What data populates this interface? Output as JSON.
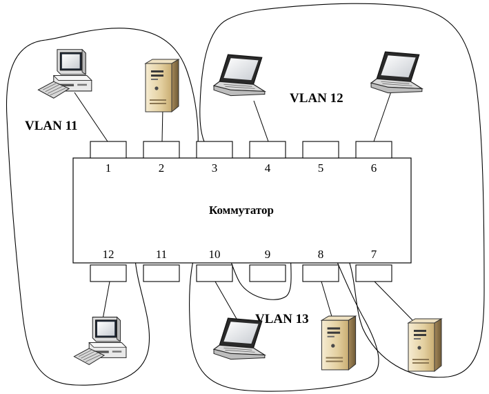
{
  "switch": {
    "label": "Коммутатор"
  },
  "ports": {
    "top": [
      "1",
      "2",
      "3",
      "4",
      "5",
      "6"
    ],
    "bottom": [
      "12",
      "11",
      "10",
      "9",
      "8",
      "7"
    ]
  },
  "vlans": {
    "v11": "VLAN 11",
    "v12": "VLAN 12",
    "v13": "VLAN 13"
  },
  "devices": [
    {
      "type": "desktop-pc",
      "port": "1"
    },
    {
      "type": "server",
      "port": "2"
    },
    {
      "type": "laptop",
      "port": "4"
    },
    {
      "type": "laptop",
      "port": "6"
    },
    {
      "type": "desktop-pc",
      "port": "12"
    },
    {
      "type": "laptop",
      "port": "10"
    },
    {
      "type": "server",
      "port": "8"
    },
    {
      "type": "server",
      "port": "7"
    }
  ]
}
